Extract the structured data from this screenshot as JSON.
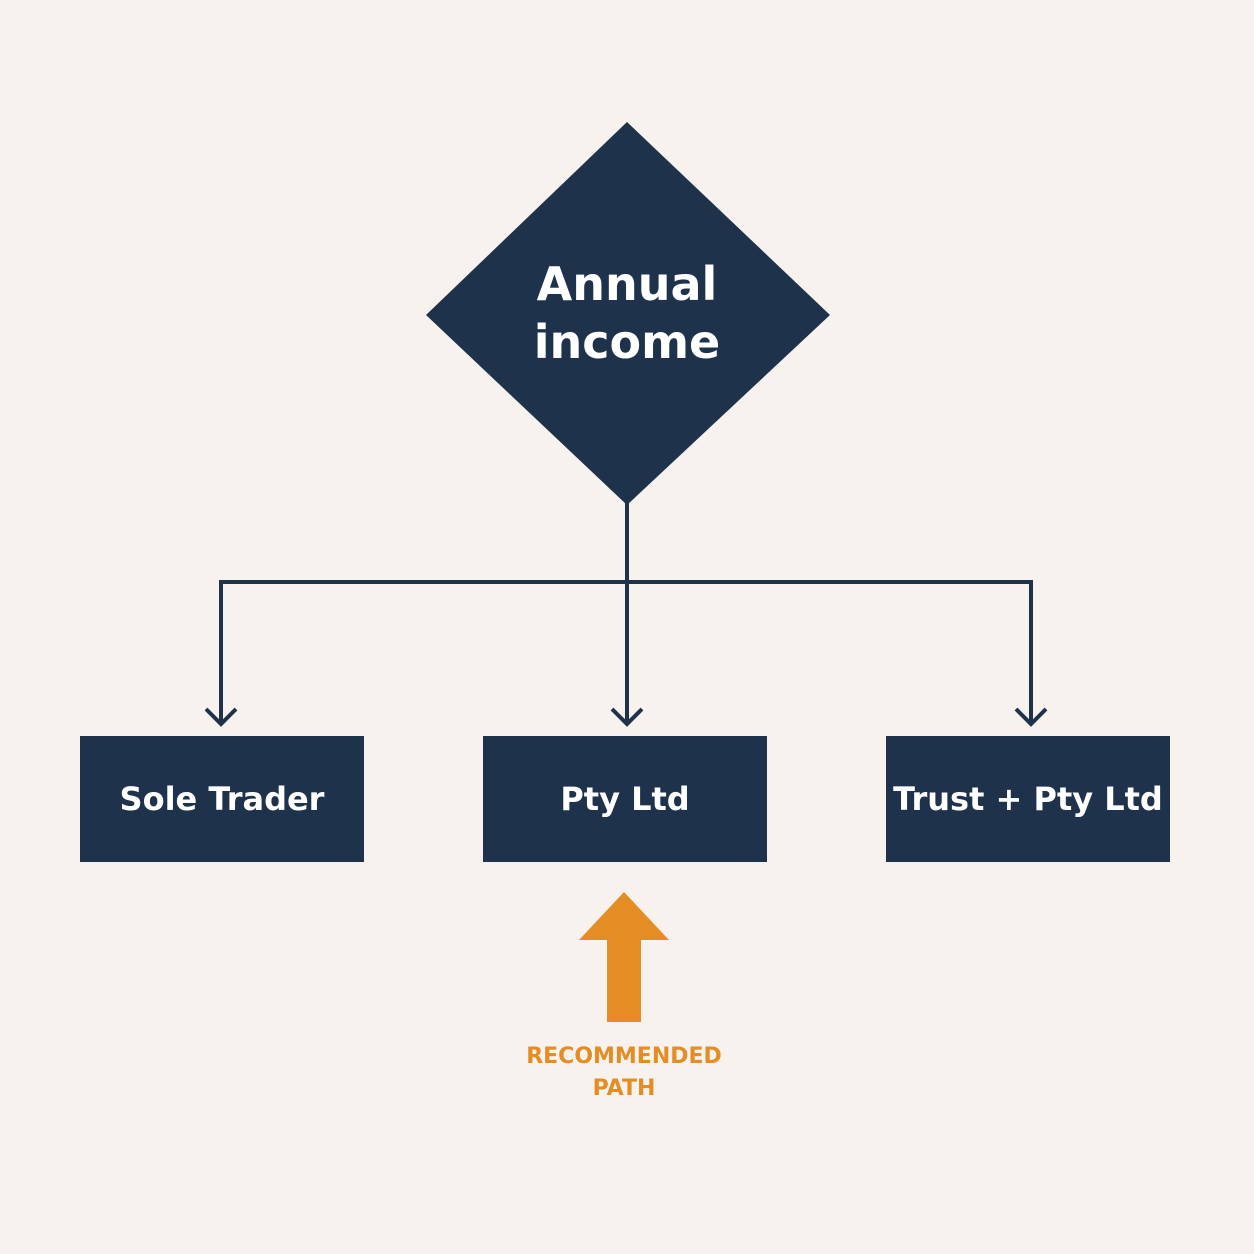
{
  "decision": {
    "label_line1": "Annual",
    "label_line2": "income"
  },
  "options": [
    {
      "label": "Sole Trader"
    },
    {
      "label": "Pty Ltd"
    },
    {
      "label": "Trust + Pty Ltd"
    }
  ],
  "recommendation": {
    "line1": "RECOMMENDED",
    "line2": "PATH"
  },
  "colors": {
    "background": "#f7f2ee",
    "node": "#1e324c",
    "highlight": "#e48d24"
  }
}
